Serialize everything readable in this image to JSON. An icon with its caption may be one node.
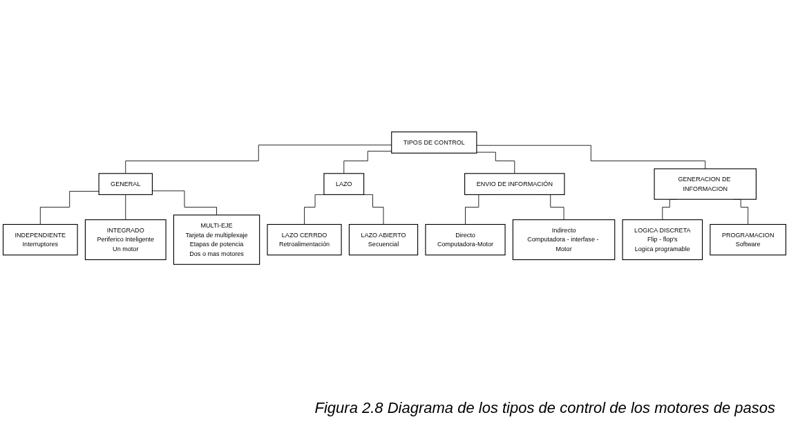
{
  "diagram": {
    "nodes": [
      {
        "text": [
          "TIPOS DE CONTROL"
        ]
      },
      {
        "text": [
          "GENERAL"
        ]
      },
      {
        "text": [
          "LAZO"
        ]
      },
      {
        "text": [
          "ENVIO DE INFORMACIÓN"
        ]
      },
      {
        "text": [
          "GENERACION DE INFORMACION"
        ]
      },
      {
        "text": [
          "INDEPENDIENTE",
          "Interruptores"
        ]
      },
      {
        "text": [
          "INTEGRADO",
          "Periferico Inteligente",
          "Un motor"
        ]
      },
      {
        "text": [
          "MULTI-EJE",
          "Tarjeta de multiplexaje",
          "Etapas de potencia",
          "Dos o mas motores"
        ]
      },
      {
        "text": [
          "LAZO CERRDO",
          "Retroalimentación"
        ]
      },
      {
        "text": [
          "LAZO ABIERTO",
          "Secuencial"
        ]
      },
      {
        "text": [
          "Directo",
          "Computadora-Motor"
        ]
      },
      {
        "text": [
          "Indirecto",
          "Computadora - interfase - Motor"
        ]
      },
      {
        "text": [
          "LOGICA DISCRETA",
          "Flip - flop's",
          "Logica programable"
        ]
      },
      {
        "text": [
          "PROGRAMACION",
          "Software"
        ]
      }
    ],
    "edges": [
      {
        "from": 0,
        "to": 1,
        "arrow": "none"
      },
      {
        "from": 0,
        "to": 2,
        "arrow": "none"
      },
      {
        "from": 0,
        "to": 3,
        "arrow": "none"
      },
      {
        "from": 0,
        "to": 4,
        "arrow": "none"
      },
      {
        "from": 1,
        "to": 5,
        "arrow": "none"
      },
      {
        "from": 1,
        "to": 6,
        "arrow": "none"
      },
      {
        "from": 1,
        "to": 7,
        "arrow": "none"
      },
      {
        "from": 2,
        "to": 8,
        "arrow": "none"
      },
      {
        "from": 2,
        "to": 9,
        "arrow": "none"
      },
      {
        "from": 3,
        "to": 10,
        "arrow": "none"
      },
      {
        "from": 3,
        "to": 11,
        "arrow": "none"
      },
      {
        "from": 4,
        "to": 12,
        "arrow": "none"
      },
      {
        "from": 4,
        "to": 13,
        "arrow": "none"
      }
    ],
    "caption": "Figura 2.8  Diagrama de los tipos de control de los motores de pasos"
  }
}
